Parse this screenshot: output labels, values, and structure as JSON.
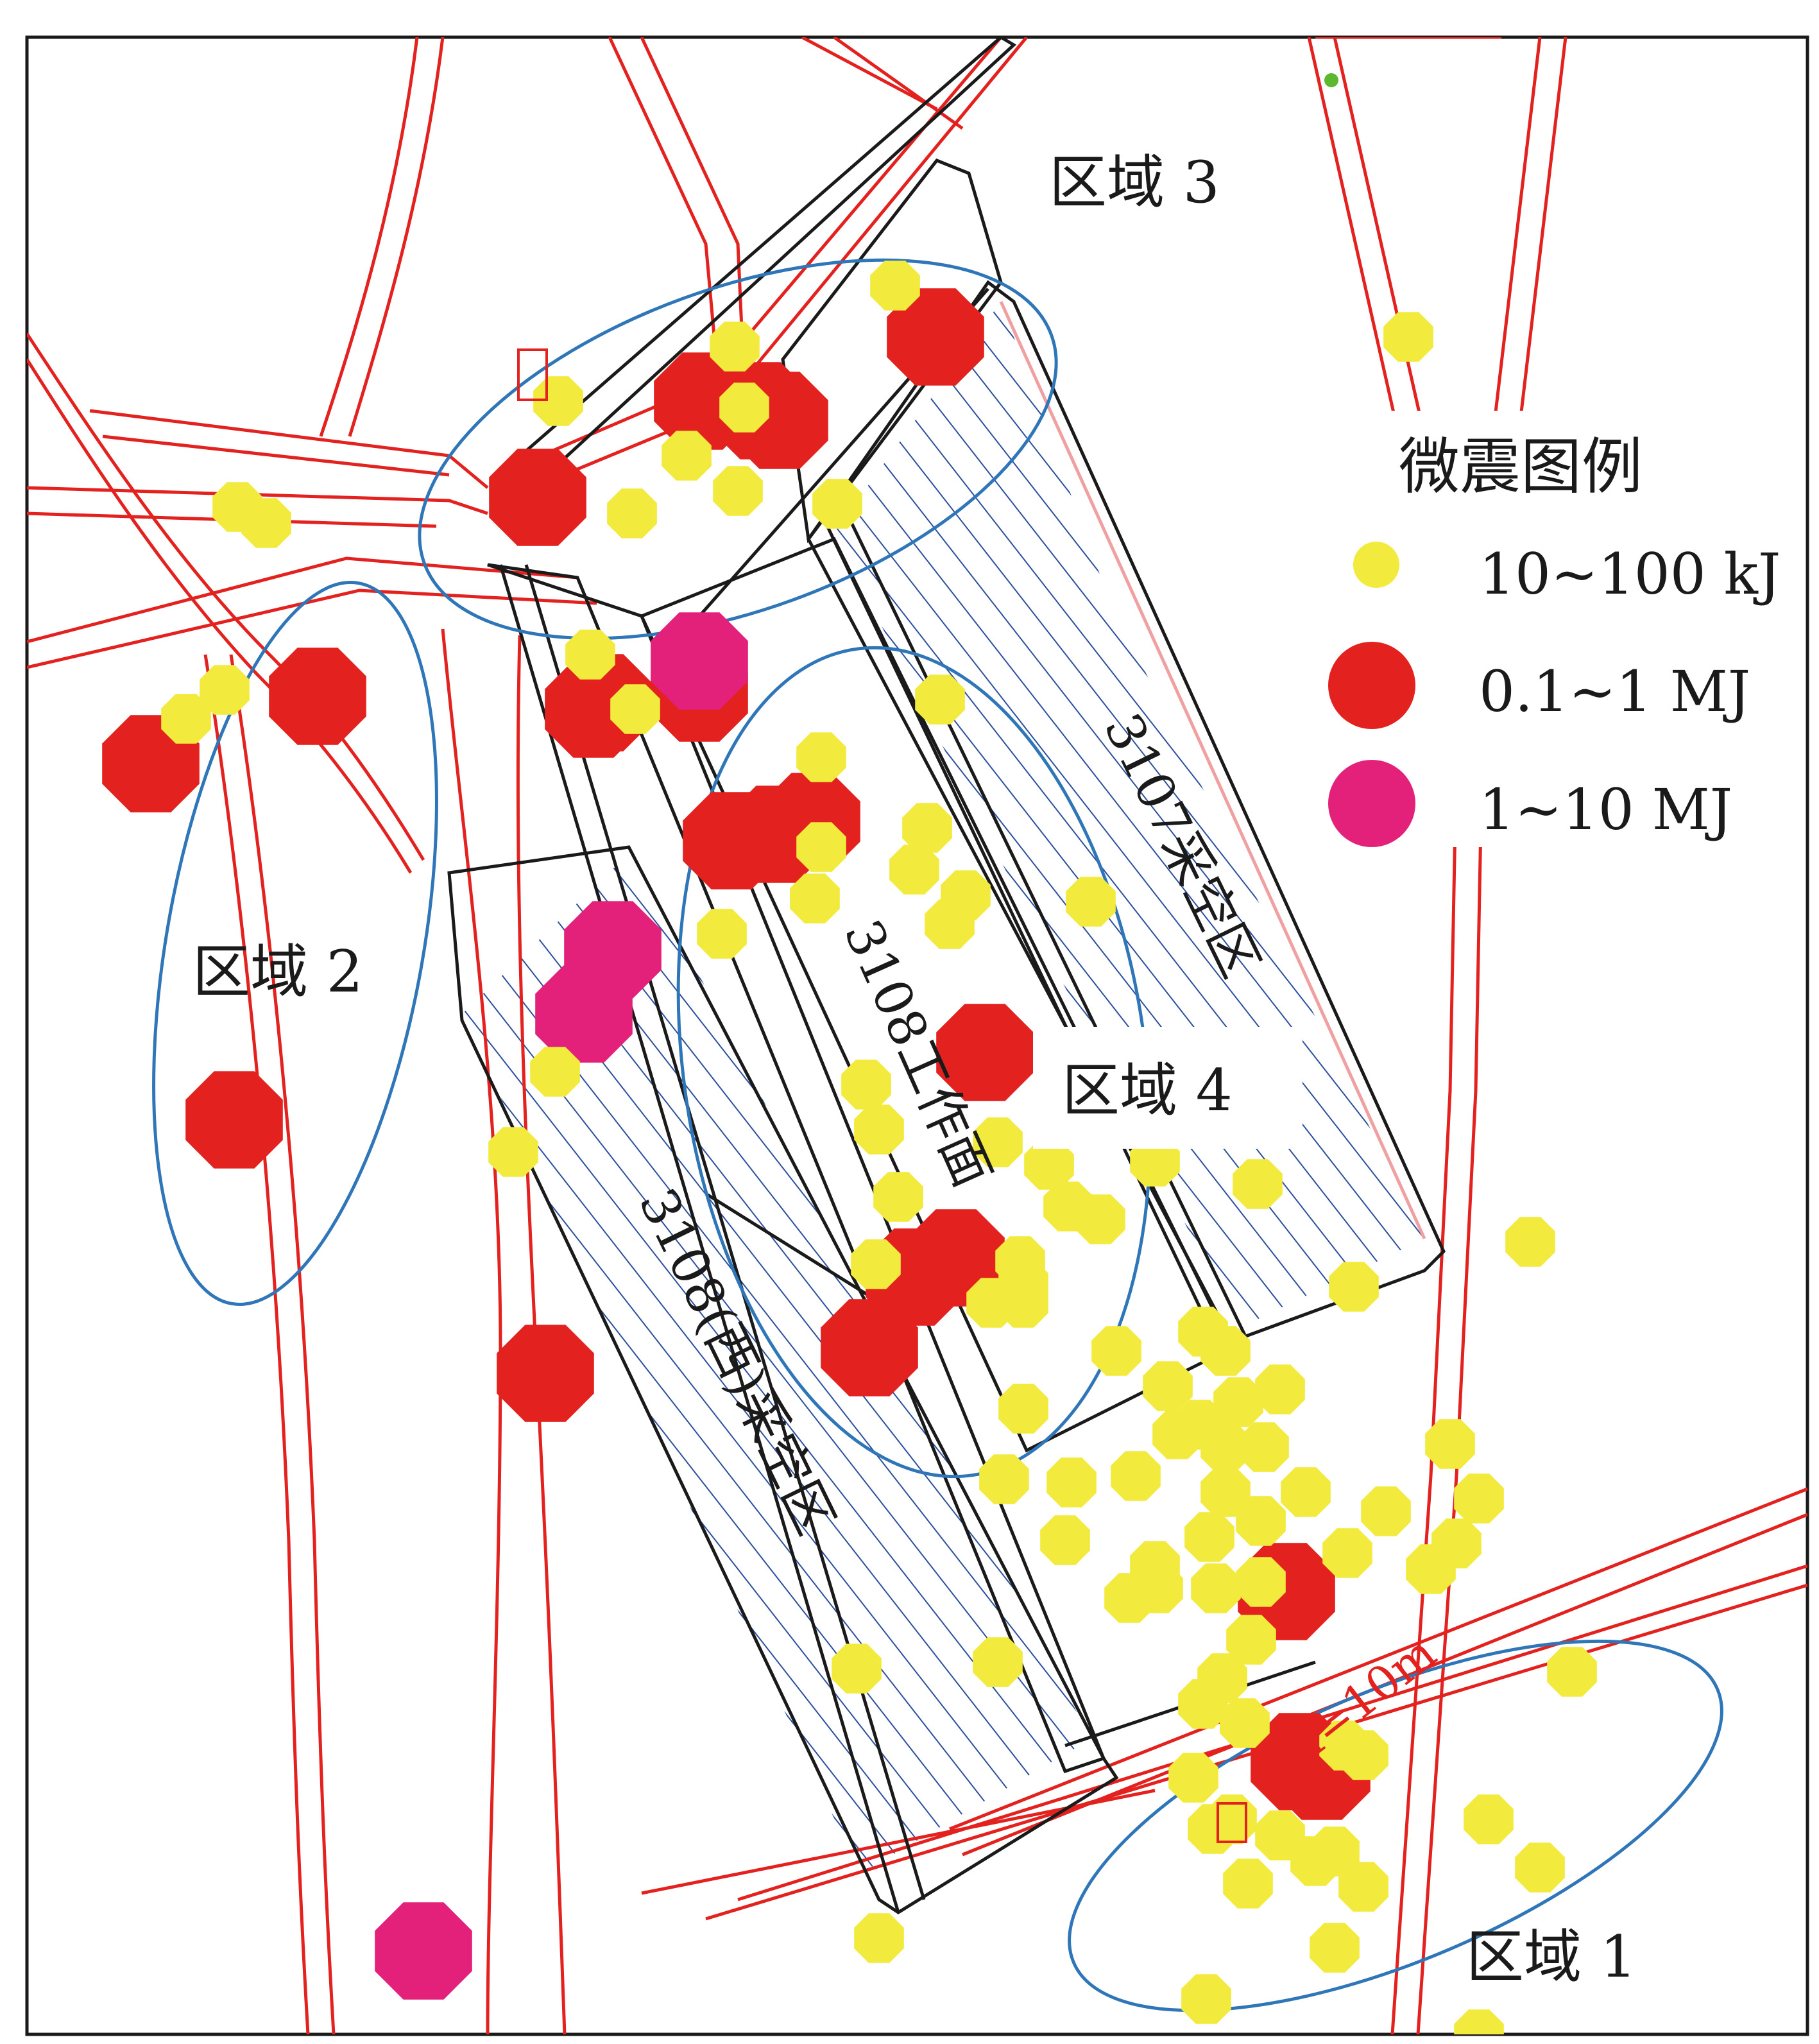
{
  "legend": {
    "title": "微震图例",
    "items": [
      {
        "label": "10~100 kJ",
        "color": "#f2ea3c"
      },
      {
        "label": "0.1~1 MJ",
        "color": "#e3211f"
      },
      {
        "label": "1~10 MJ",
        "color": "#e3217a"
      }
    ]
  },
  "regions": {
    "r1": "区域 1",
    "r2": "区域 2",
    "r3": "区域 3",
    "r4": "区域 4"
  },
  "panels": {
    "face": "3108工作面",
    "west_goaf": "3108(西)采空区",
    "goaf_3107": "3107采空区"
  },
  "annotation": {
    "fault": "H=10m"
  },
  "colors": {
    "roadway": "#e3211f",
    "panel_outline": "#1a1a1a",
    "hatch": "#2b4f9e",
    "region_ellipse": "#2f76b8",
    "goaf_edge": "#f0a0a0",
    "small_yellow": "#f2ea3c",
    "medium_red": "#e3211f",
    "large_magenta": "#e3217a"
  }
}
